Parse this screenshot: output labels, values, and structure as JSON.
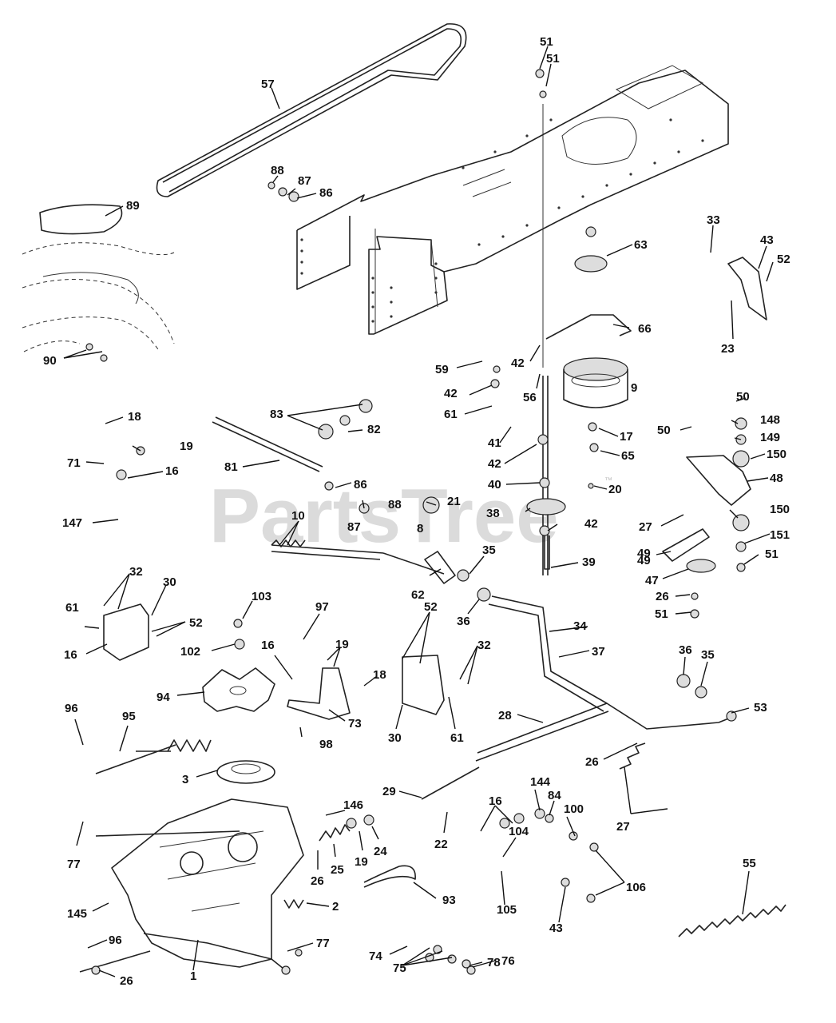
{
  "watermark": {
    "text": "PartsTree",
    "mark": "™"
  },
  "callouts": [
    "51",
    "51",
    "57",
    "88",
    "87",
    "86",
    "89",
    "63",
    "33",
    "43",
    "52",
    "66",
    "23",
    "90",
    "59",
    "42",
    "9",
    "42",
    "56",
    "61",
    "50",
    "18",
    "83",
    "82",
    "148",
    "19",
    "50",
    "149",
    "71",
    "41",
    "17",
    "150",
    "16",
    "42",
    "65",
    "81",
    "86",
    "21",
    "48",
    "147",
    "10",
    "40",
    "38",
    "20",
    "88",
    "87",
    "8",
    "150",
    "27",
    "42",
    "151",
    "49",
    "49",
    "51",
    "35",
    "39",
    "47",
    "32",
    "30",
    "103",
    "97",
    "62",
    "26",
    "61",
    "52",
    "36",
    "34",
    "51",
    "16",
    "102",
    "16",
    "19",
    "18",
    "52",
    "32",
    "37",
    "36",
    "35",
    "94",
    "96",
    "95",
    "73",
    "30",
    "61",
    "98",
    "28",
    "53",
    "26",
    "3",
    "29",
    "144",
    "16",
    "84",
    "27",
    "146",
    "100",
    "104",
    "22",
    "77",
    "24",
    "19",
    "25",
    "26",
    "55",
    "106",
    "93",
    "145",
    "2",
    "105",
    "43",
    "96",
    "77",
    "78",
    "74",
    "75",
    "76",
    "26",
    "1"
  ]
}
